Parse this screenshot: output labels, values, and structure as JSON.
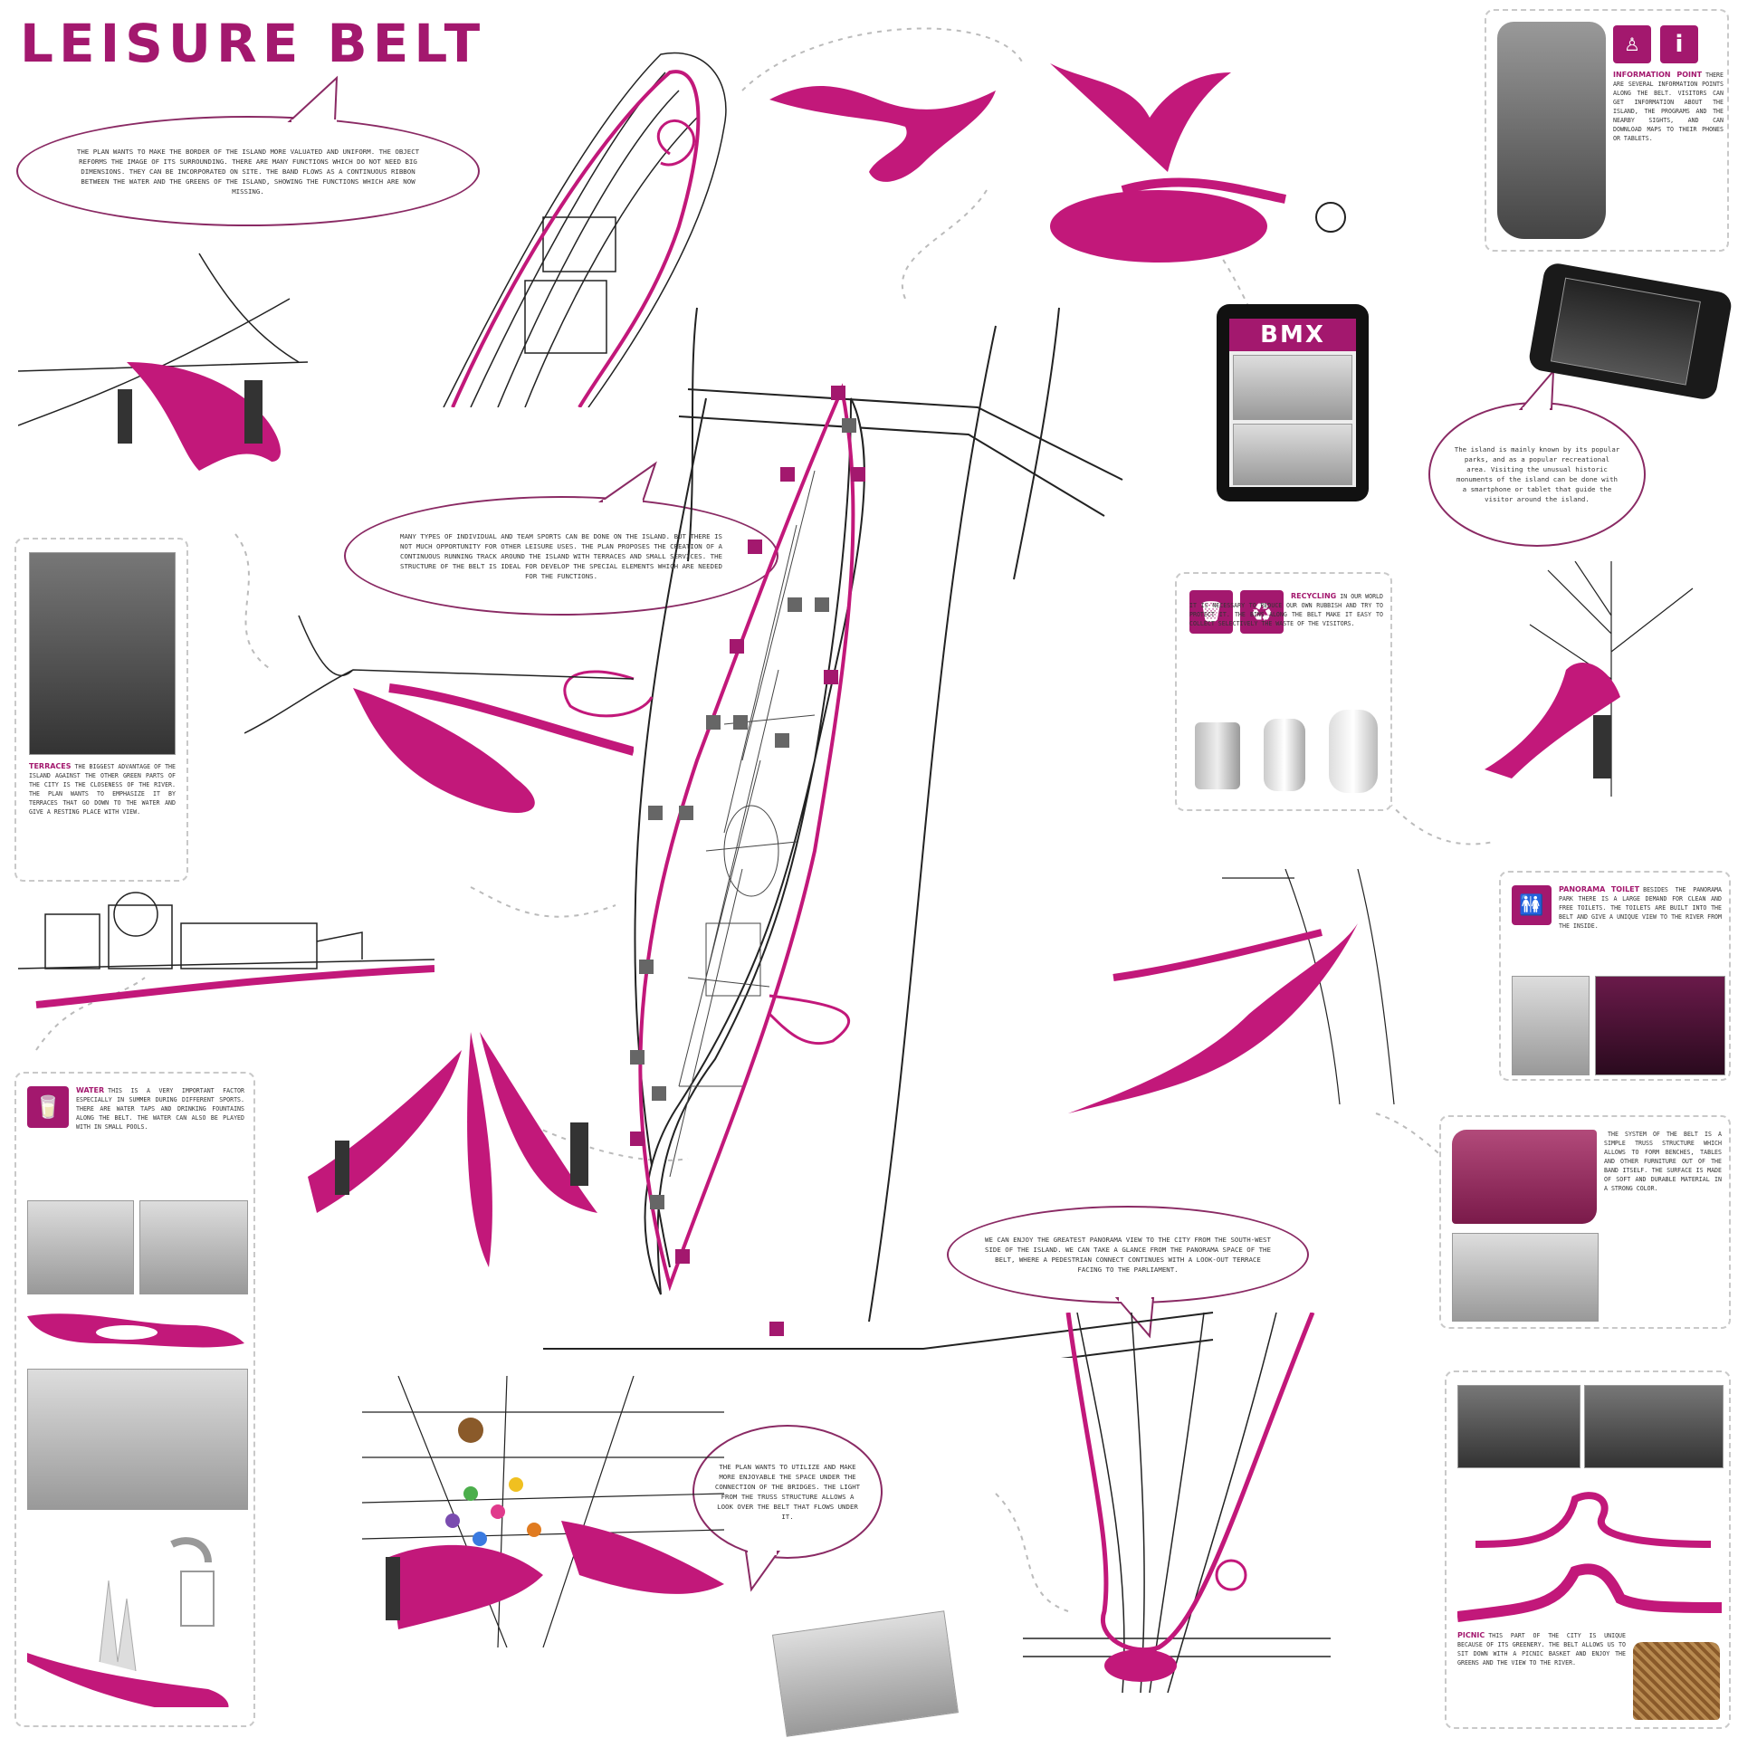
{
  "title": "LEISURE BELT",
  "bubbles": {
    "intro": "THE PLAN WANTS TO MAKE THE BORDER OF THE ISLAND MORE VALUATED AND UNIFORM. THE OBJECT REFORMS THE IMAGE OF ITS SURROUNDING. THERE ARE MANY FUNCTIONS WHICH DO NOT NEED BIG DIMENSIONS. THEY CAN BE INCORPORATED ON SITE. THE BAND FLOWS AS A CONTINUOUS RIBBON BETWEEN THE WATER AND THE GREENS OF THE ISLAND, SHOWING THE FUNCTIONS WHICH ARE NOW MISSING.",
    "sports": "MANY TYPES OF INDIVIDUAL AND TEAM SPORTS CAN BE DONE ON THE ISLAND. BUT THERE IS NOT MUCH OPPORTUNITY FOR OTHER LEISURE USES. THE PLAN PROPOSES THE CREATION OF A CONTINUOUS RUNNING TRACK AROUND THE ISLAND WITH TERRACES AND SMALL SERVICES. THE STRUCTURE OF THE BELT IS IDEAL FOR DEVELOP THE SPECIAL ELEMENTS WHICH ARE NEEDED FOR THE FUNCTIONS.",
    "island": "The island is mainly known by its popular parks, and as a popular recreational area. Visiting the unusual historic monuments of the island can be done with a smartphone or tablet that guide the visitor around the island.",
    "bridge": "THE PLAN WANTS TO UTILIZE AND MAKE MORE ENJOYABLE THE SPACE UNDER THE CONNECTION OF THE BRIDGES. THE LIGHT FROM THE TRUSS STRUCTURE ALLOWS A LOOK OVER THE BELT THAT FLOWS UNDER IT.",
    "view": "WE CAN ENJOY THE GREATEST PANORAMA VIEW TO THE CITY FROM THE SOUTH-WEST SIDE OF THE ISLAND. WE CAN TAKE A GLANCE FROM THE PANORAMA SPACE OF THE BELT, WHERE A PEDESTRIAN CONNECT CONTINUES WITH A LOOK-OUT TERRACE FACING TO THE PARLIAMENT."
  },
  "panels": {
    "info_point": {
      "label": "INFORMATION POINT",
      "text": "THERE ARE SEVERAL INFORMATION POINTS ALONG THE BELT. VISITORS CAN GET INFORMATION ABOUT THE ISLAND, THE PROGRAMS AND THE NEARBY SIGHTS, AND CAN DOWNLOAD MAPS TO THEIR PHONES OR TABLETS.",
      "icon": "info-icon"
    },
    "recycling": {
      "label": "RECYCLING",
      "text": "IN OUR WORLD IT IS NECESSARY TO REDUCE OUR OWN RUBBISH AND TRY TO PROTECT IT. THE BINS ALONG THE BELT MAKE IT EASY TO COLLECT SELECTIVELY THE WASTE OF THE VISITORS.",
      "icon": "recycle-icon"
    },
    "terraces": {
      "label": "TERRACES",
      "text": "THE BIGGEST ADVANTAGE OF THE ISLAND AGAINST THE OTHER GREEN PARTS OF THE CITY IS THE CLOSENESS OF THE RIVER. THE PLAN WANTS TO EMPHASIZE IT BY TERRACES THAT GO DOWN TO THE WATER AND GIVE A RESTING PLACE WITH VIEW."
    },
    "toilet": {
      "label": "PANORAMA TOILET",
      "text": "BESIDES THE PANORAMA PARK THERE IS A LARGE DEMAND FOR CLEAN AND FREE TOILETS. THE TOILETS ARE BUILT INTO THE BELT AND GIVE A UNIQUE VIEW TO THE RIVER FROM THE INSIDE."
    },
    "water": {
      "label": "WATER",
      "text": "THIS IS A VERY IMPORTANT FACTOR ESPECIALLY IN SUMMER DURING DIFFERENT SPORTS. THERE ARE WATER TAPS AND DRINKING FOUNTAINS ALONG THE BELT. THE WATER CAN ALSO BE PLAYED WITH IN SMALL POOLS."
    },
    "structure": {
      "label": "",
      "text": "THE SYSTEM OF THE BELT IS A SIMPLE TRUSS STRUCTURE WHICH ALLOWS TO FORM BENCHES, TABLES AND OTHER FURNITURE OUT OF THE BAND ITSELF. THE SURFACE IS MADE OF SOFT AND DURABLE MATERIAL IN A STRONG COLOR."
    },
    "picnic": {
      "label": "PICNIC",
      "text": "THIS PART OF THE CITY IS UNIQUE BECAUSE OF ITS GREENERY. THE BELT ALLOWS US TO SIT DOWN WITH A PICNIC BASKET AND ENJOY THE GREENS AND THE VIEW TO THE RIVER."
    }
  },
  "tablet": {
    "screen_title": "BMX"
  },
  "colors": {
    "accent": "#a3186e",
    "magenta": "#c2187a",
    "line": "#222222",
    "dashed": "#bbbbbb"
  },
  "map_icons": [
    "info-icon",
    "toilet-icon",
    "water-icon",
    "bin-icon",
    "bike-icon",
    "camera-icon",
    "picnic-icon"
  ]
}
